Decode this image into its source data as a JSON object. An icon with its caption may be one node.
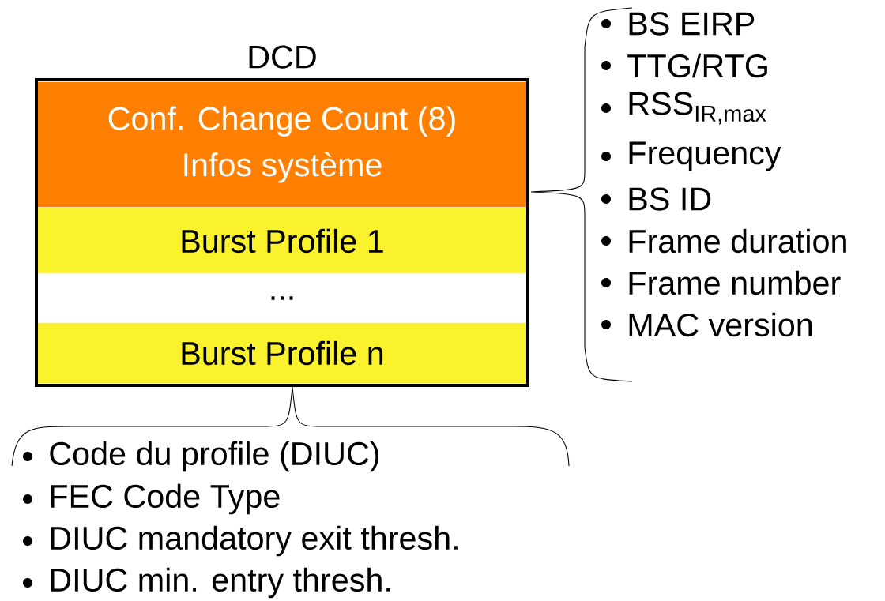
{
  "diagram": {
    "nodes": [
      {
        "text": [
          "DCD"
        ]
      },
      {
        "text": [
          "Conf. Change Count (8)",
          "Infos système"
        ],
        "in": 0
      },
      {
        "text": [
          "Burst Profile 1"
        ],
        "in": 0
      },
      {
        "text": [
          "..."
        ],
        "in": 0
      },
      {
        "text": [
          "Burst Profile n"
        ],
        "in": 0
      }
    ],
    "edges": [],
    "labels": [
      "BS EIRP",
      "TTG/RTG",
      "RSS$_{IR,max}$",
      "Frequency",
      "BS ID",
      "Frame duration",
      "Frame number",
      "MAC version",
      "Code du profile (DIUC)",
      "FEC Code Type",
      "DIUC mandatory exit thresh.",
      "DIUC min. entry thresh."
    ]
  }
}
